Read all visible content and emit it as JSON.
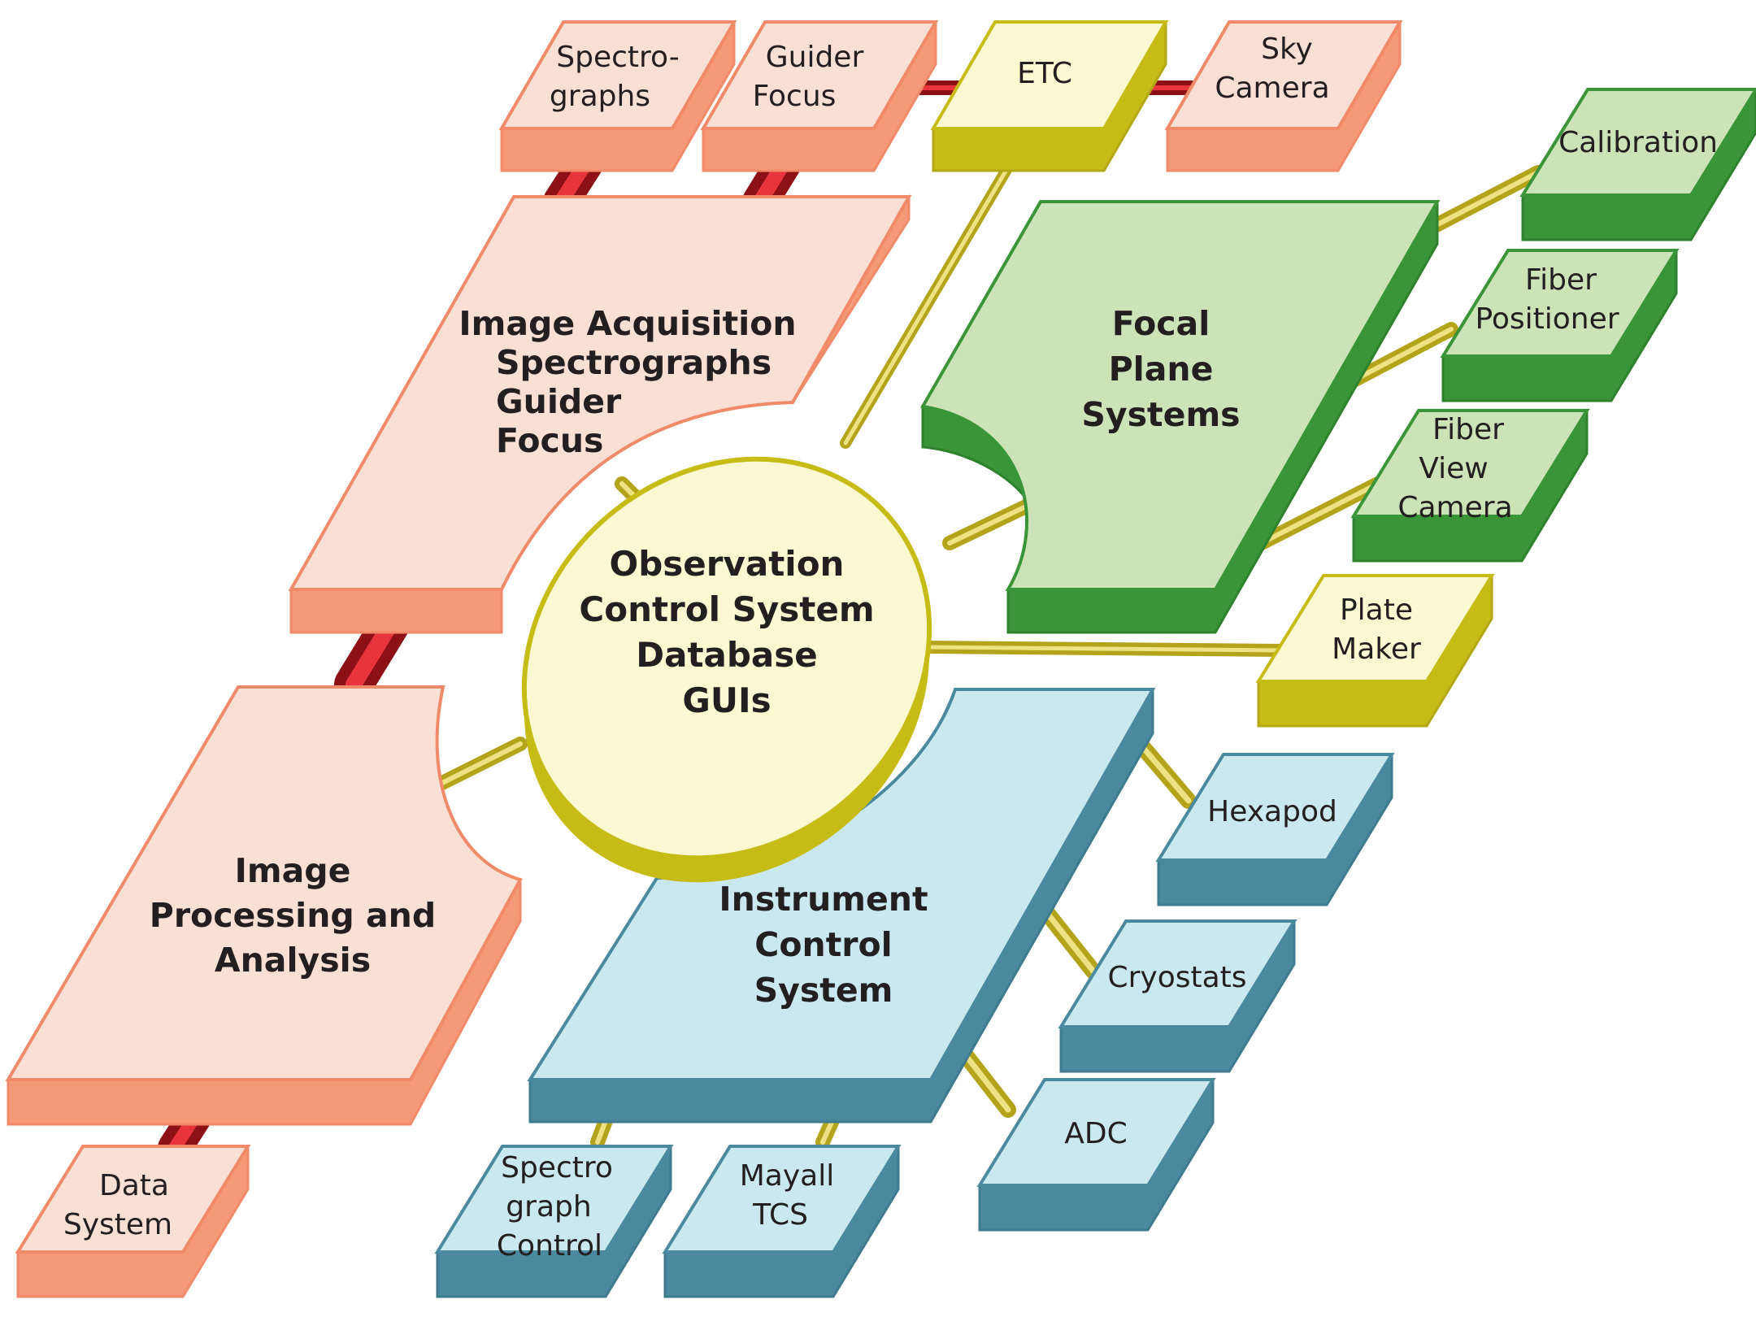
{
  "colors": {
    "salmon_face": "#fae0d4",
    "salmon_side": "#f59a78",
    "green_face": "#cbe3b6",
    "green_side": "#3a9438",
    "blue_face": "#c9e8f0",
    "blue_side": "#4b8a9e",
    "yellow_face": "#fbf8d2",
    "yellow_side": "#c7bb16",
    "red_pipe": "#c81e25",
    "gold_rod": "#cfbd3c"
  },
  "center": {
    "lines": [
      "Observation",
      "Control System",
      "Database",
      "GUIs"
    ]
  },
  "image_acquisition": {
    "title": "Image Acquisition",
    "items": [
      "Spectrographs",
      "Guider",
      "Focus"
    ]
  },
  "image_processing": {
    "lines": [
      "Image",
      "Processing and",
      "Analysis"
    ]
  },
  "focal_plane": {
    "lines": [
      "Focal",
      "Plane",
      "Systems"
    ]
  },
  "instrument_control": {
    "lines": [
      "Instrument",
      "Control",
      "System"
    ]
  },
  "boxes": {
    "spectrographs": [
      "Spectro-",
      "graphs"
    ],
    "guider_focus": [
      "Guider",
      "Focus"
    ],
    "etc": [
      "ETC"
    ],
    "sky_camera": [
      "Sky",
      "Camera"
    ],
    "calibration": [
      "Calibration"
    ],
    "fiber_positioner": [
      "Fiber",
      "Positioner"
    ],
    "fiber_view_camera": [
      "Fiber",
      "View",
      "Camera"
    ],
    "plate_maker": [
      "Plate",
      "Maker"
    ],
    "hexapod": [
      "Hexapod"
    ],
    "cryostats": [
      "Cryostats"
    ],
    "adc": [
      "ADC"
    ],
    "spectrograph_control": [
      "Spectro",
      "graph",
      "Control"
    ],
    "mayall_tcs": [
      "Mayall",
      "TCS"
    ],
    "data_system": [
      "Data",
      "System"
    ]
  }
}
